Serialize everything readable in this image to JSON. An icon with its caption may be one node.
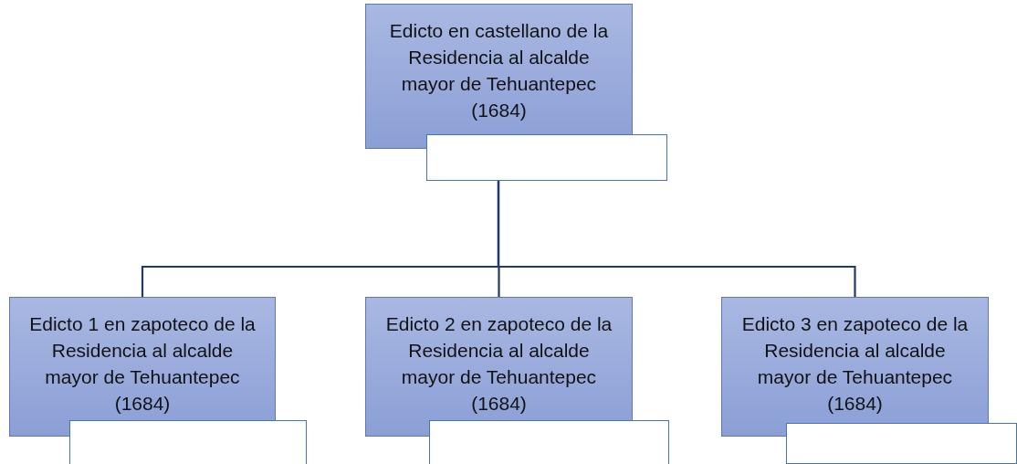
{
  "diagram": {
    "nodes": [
      {
        "text": [
          "Edicto en castellano de la Residencia al alcalde mayor de Tehuantepec (1684)"
        ]
      },
      {
        "text": [],
        "shape": "box"
      },
      {
        "text": [
          "Edicto 1 en zapoteco de la Residencia al alcalde mayor de Tehuantepec (1684)"
        ]
      },
      {
        "text": [],
        "shape": "box"
      },
      {
        "text": [
          "Edicto 2 en zapoteco de la Residencia al alcalde mayor de Tehuantepec (1684)"
        ]
      },
      {
        "text": [],
        "shape": "box"
      },
      {
        "text": [
          "Edicto 3 en zapoteco de la Residencia al alcalde mayor de Tehuantepec (1684)"
        ]
      },
      {
        "text": [],
        "shape": "box"
      }
    ],
    "edges": [
      {
        "from": 1,
        "to": 2,
        "arrow": "none"
      },
      {
        "from": 1,
        "to": 4,
        "arrow": "none"
      },
      {
        "from": 1,
        "to": 6,
        "arrow": "none"
      }
    ]
  }
}
